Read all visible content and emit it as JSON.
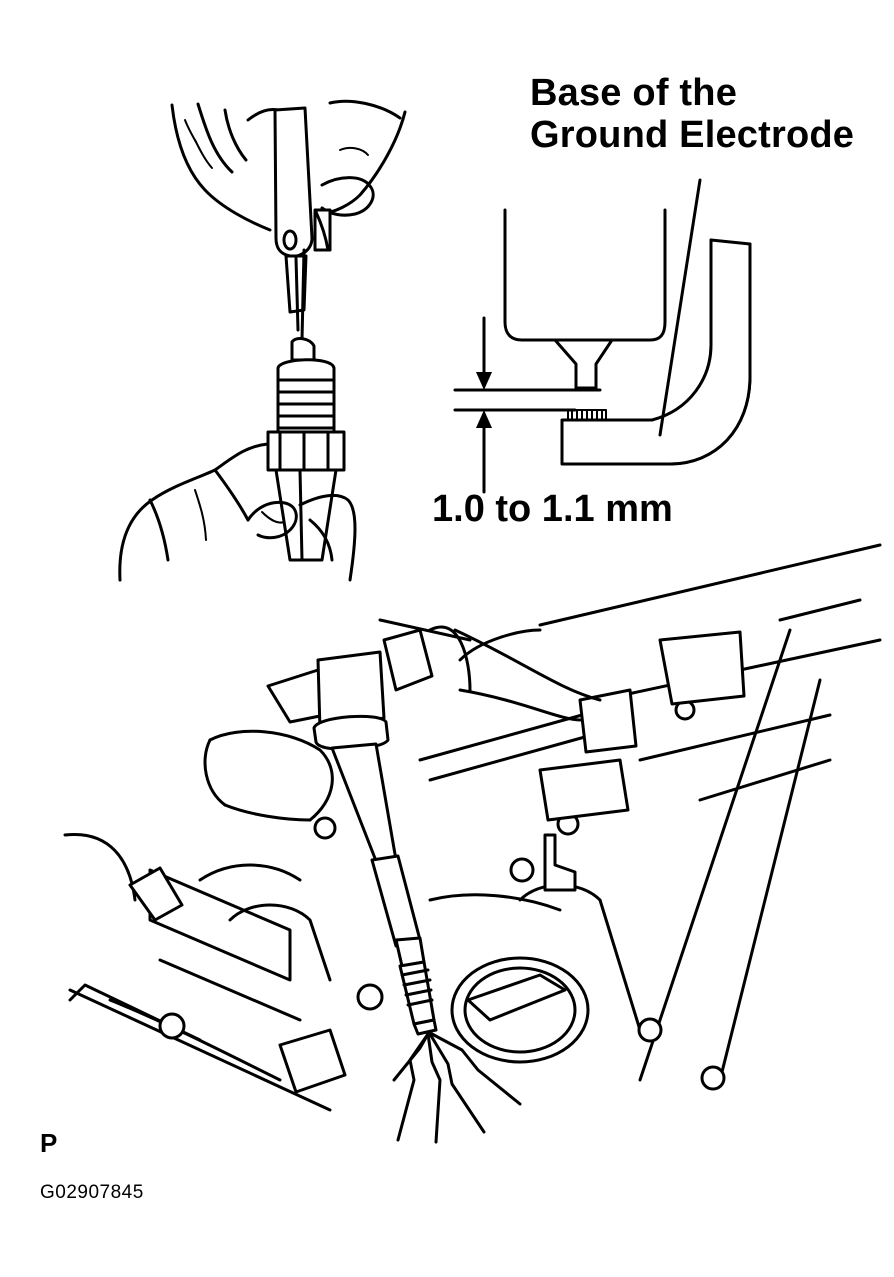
{
  "annotations": {
    "electrode_label_line1": "Base of the",
    "electrode_label_line2": "Ground Electrode",
    "gap_spec": "1.0 to 1.1 mm",
    "view_mark": "P",
    "figure_code": "G02907845"
  },
  "colors": {
    "ink": "#000000",
    "paper": "#ffffff"
  }
}
